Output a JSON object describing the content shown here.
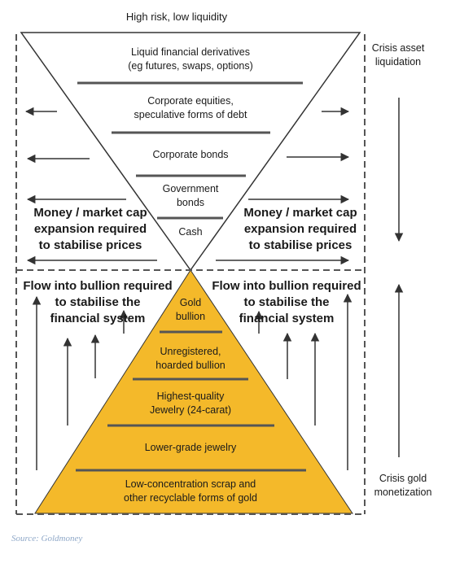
{
  "top_label": "High risk, low liquidity",
  "inverted_pyramid": {
    "layers": [
      "Liquid financial derivatives\n(eg futures, swaps, options)",
      "Corporate equities,\nspeculative forms of debt",
      "Corporate bonds",
      "Government\nbonds",
      "Cash"
    ]
  },
  "money_expansion_left": "Money / market cap\nexpansion required\nto stabilise prices",
  "money_expansion_right": "Money / market cap\nexpansion required\nto stabilise prices",
  "gold_pyramid": {
    "layers": [
      "Gold\nbullion",
      "Unregistered,\nhoarded bullion",
      "Highest-quality\nJewelry (24-carat)",
      "Lower-grade jewelry",
      "Low-concentration scrap and\nother recyclable forms of gold"
    ],
    "fill_color": "#f4b92a"
  },
  "bullion_flow_left": "Flow into bullion required\nto stabilise the\nfinancial system",
  "bullion_flow_right": "Flow into bullion required\nto stabilise the\nfinancial system",
  "crisis_asset_liquidation": "Crisis asset\nliquidation",
  "crisis_gold_monetization": "Crisis gold\nmonetization",
  "source": "Source: Goldmoney",
  "colors": {
    "gold": "#f4b92a",
    "line": "#333333",
    "dashed": "#555555",
    "source": "#8fa8c8"
  }
}
